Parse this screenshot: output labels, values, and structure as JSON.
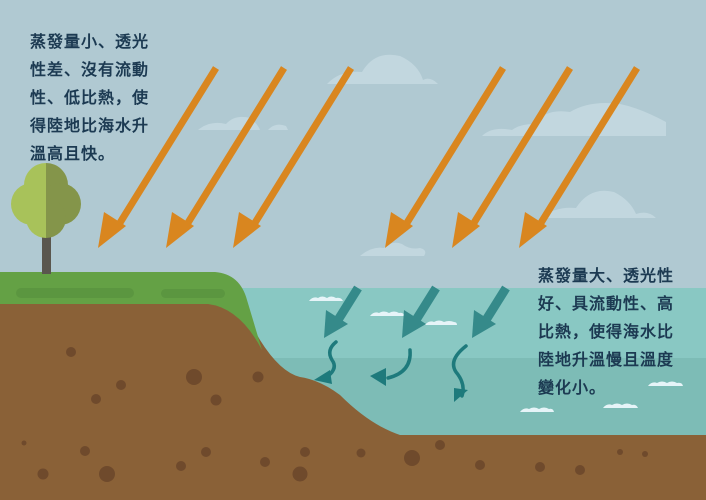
{
  "diagram": {
    "title": "",
    "captions": {
      "land": {
        "lines": [
          "蒸發量小、透光",
          "性差、沒有流動",
          "性、低比熱，使",
          "得陸地比海水升",
          "溫高且快。"
        ]
      },
      "sea": {
        "lines": [
          "蒸發量大、透光性",
          "好、具流動性、高",
          "比熱，使得海水比",
          "陸地升溫慢且溫度",
          "變化小。"
        ]
      }
    },
    "elements": {
      "sun_rays_count": 6,
      "water_arrows_count": 3,
      "underwater_current_arrows_count": 3
    },
    "colors": {
      "sky": "#b0c9d2",
      "cloud": "#c2d7df",
      "sun_ray": "#d9861f",
      "grass": "#64a145",
      "grass_stripe": "#5b9640",
      "soil": "#8a6137",
      "soil_pebble": "#6f4a2c",
      "sea_surface": "#89c8c3",
      "sea_deep": "#7dbcb6",
      "water_arrow": "#358a8a",
      "current_arrow": "#1e7a7c",
      "foam": "#e6f4f8",
      "tree_light": "#a8c25a",
      "tree_dark": "#84954a",
      "tree_trunk": "#5a564e",
      "text": "#1c3a52"
    }
  }
}
